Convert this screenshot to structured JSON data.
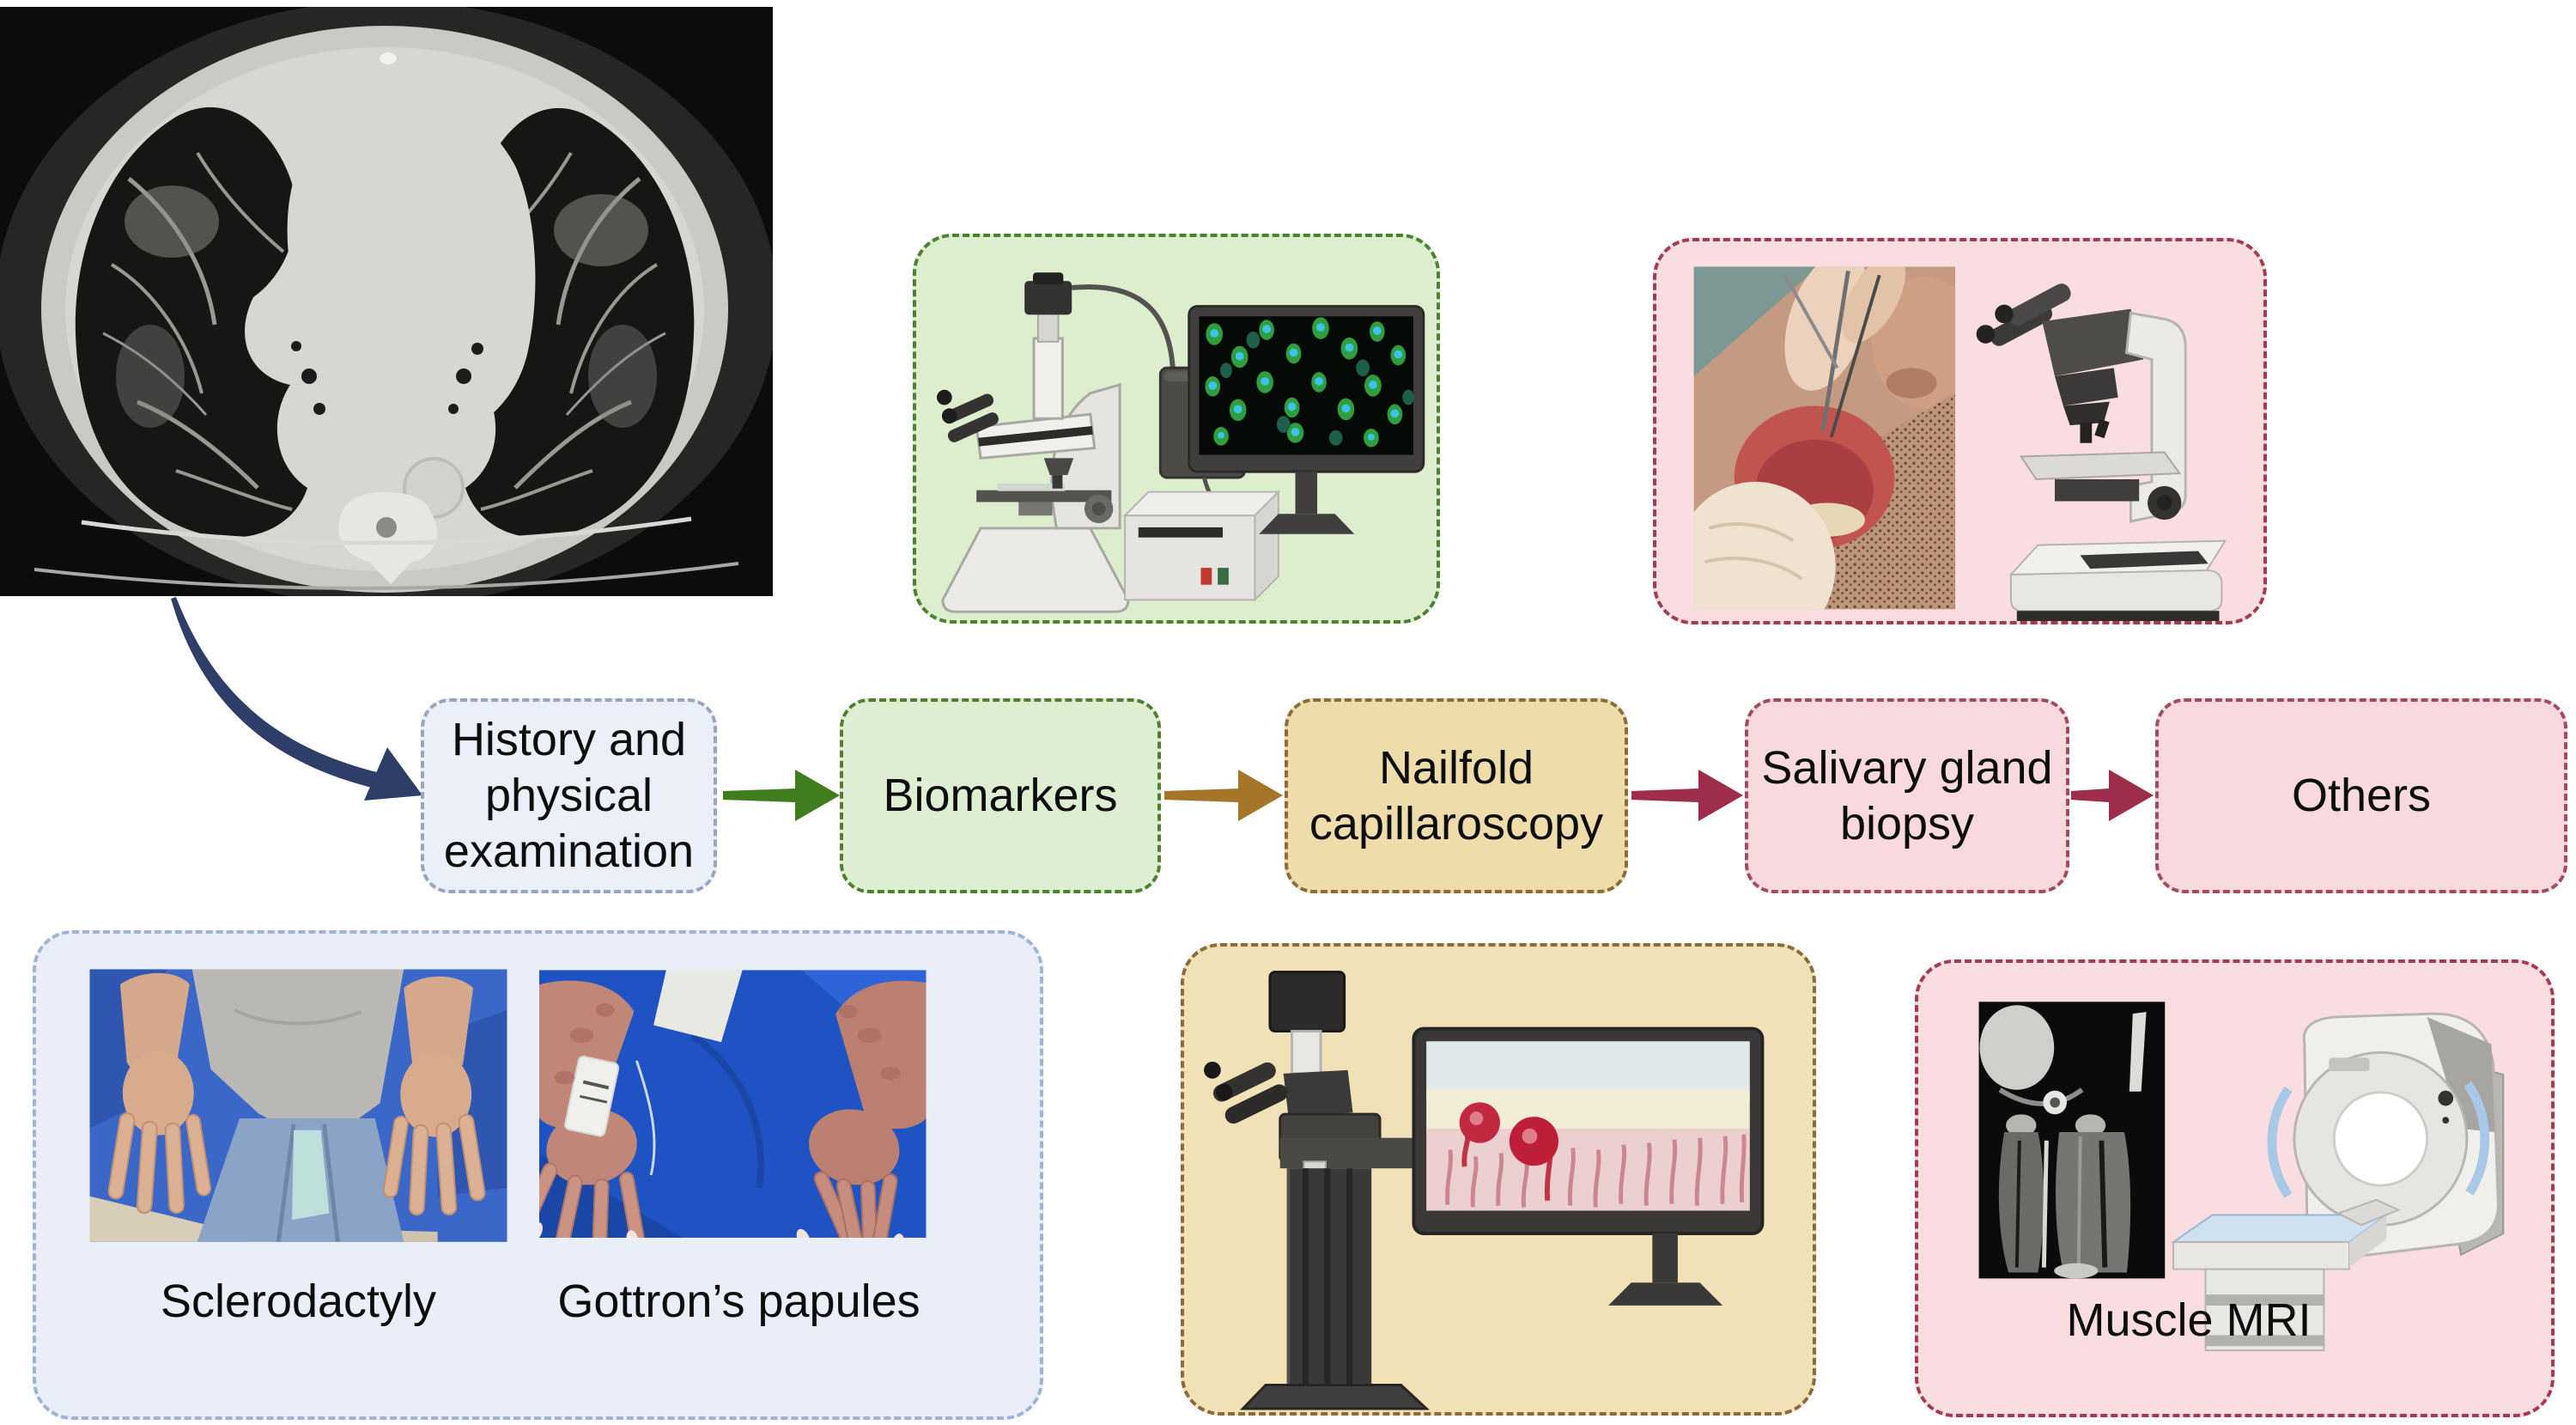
{
  "flowchart": {
    "steps": [
      {
        "id": "history",
        "label": "History and\nphysical\nexamination",
        "fill": "#eaeff8",
        "border": "#98a5bd"
      },
      {
        "id": "biomarkers",
        "label": "Biomarkers",
        "fill": "#ddeed2",
        "border": "#517e31"
      },
      {
        "id": "nailfold",
        "label": "Nailfold\ncapillaroscopy",
        "fill": "#eedcab",
        "border": "#8a6c3d"
      },
      {
        "id": "salivary",
        "label": "Salivary gland\nbiopsy",
        "fill": "#f8dade",
        "border": "#a34b5e"
      },
      {
        "id": "others",
        "label": "Others",
        "fill": "#f8dade",
        "border": "#a34b5e"
      }
    ],
    "arrows": [
      {
        "from": "chest-ct",
        "to": "history",
        "color": "#2e3e69",
        "shape": "curved"
      },
      {
        "from": "history",
        "to": "biomarkers",
        "color": "#3f7d1f",
        "shape": "straight"
      },
      {
        "from": "biomarkers",
        "to": "nailfold",
        "color": "#a5762a",
        "shape": "straight"
      },
      {
        "from": "nailfold",
        "to": "salivary",
        "color": "#9e2c4b",
        "shape": "straight"
      },
      {
        "from": "salivary",
        "to": "others",
        "color": "#9e2c4b",
        "shape": "straight"
      }
    ]
  },
  "photo_labels": {
    "sclerodactyly": "Sclerodactyly",
    "gottrons_papules": "Gottron’s papules",
    "muscle_mri": "Muscle MRI"
  },
  "panels": {
    "chest_ct": {
      "icon": "chest-ct-axial-image"
    },
    "biomarkers_illustration": {
      "fill": "#ddeecf",
      "border": "#4f7f33",
      "icons": [
        "fluorescence-microscope-icon",
        "immunofluorescence-monitor-icon",
        "camera-control-box-icon",
        "power-supply-icon"
      ]
    },
    "salivary_biopsy_illustration": {
      "fill": "#f9dde1",
      "border": "#a33b52",
      "icons": [
        "lip-biopsy-photo",
        "binocular-microscope-icon"
      ]
    },
    "physical_exam_photos": {
      "fill": "#e9eef8",
      "border": "#9fb4d4",
      "icons": [
        "sclerodactyly-photo",
        "gottrons-papules-photo"
      ]
    },
    "capillaroscopy_illustration": {
      "fill": "#f0e2b6",
      "border": "#8a6b3e",
      "icons": [
        "video-capillaroscope-icon",
        "nailfold-capillaries-monitor-icon"
      ]
    },
    "muscle_mri_illustration": {
      "fill": "#f9dde1",
      "border": "#a33b52",
      "icons": [
        "muscle-mri-coronal-photo",
        "mri-scanner-icon"
      ]
    }
  }
}
